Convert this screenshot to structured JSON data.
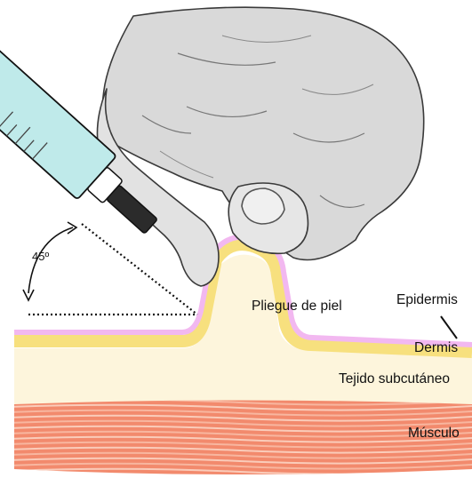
{
  "diagram": {
    "angle_label": "45º",
    "labels": {
      "skin_fold": "Pliegue de piel",
      "epidermis": "Epidermis",
      "dermis": "Dermis",
      "subcutaneous": "Tejido subcutáneo",
      "muscle": "Músculo"
    },
    "colors": {
      "epidermis": "#f2b8f0",
      "dermis": "#f7e07e",
      "subcutaneous": "#fdf5dc",
      "muscle": "#f28a6d",
      "muscle_stripe": "#fbd3c2",
      "syringe_barrel": "#bfeaea",
      "glove": "#d9d9d9",
      "outline": "#1a1a1a"
    }
  }
}
